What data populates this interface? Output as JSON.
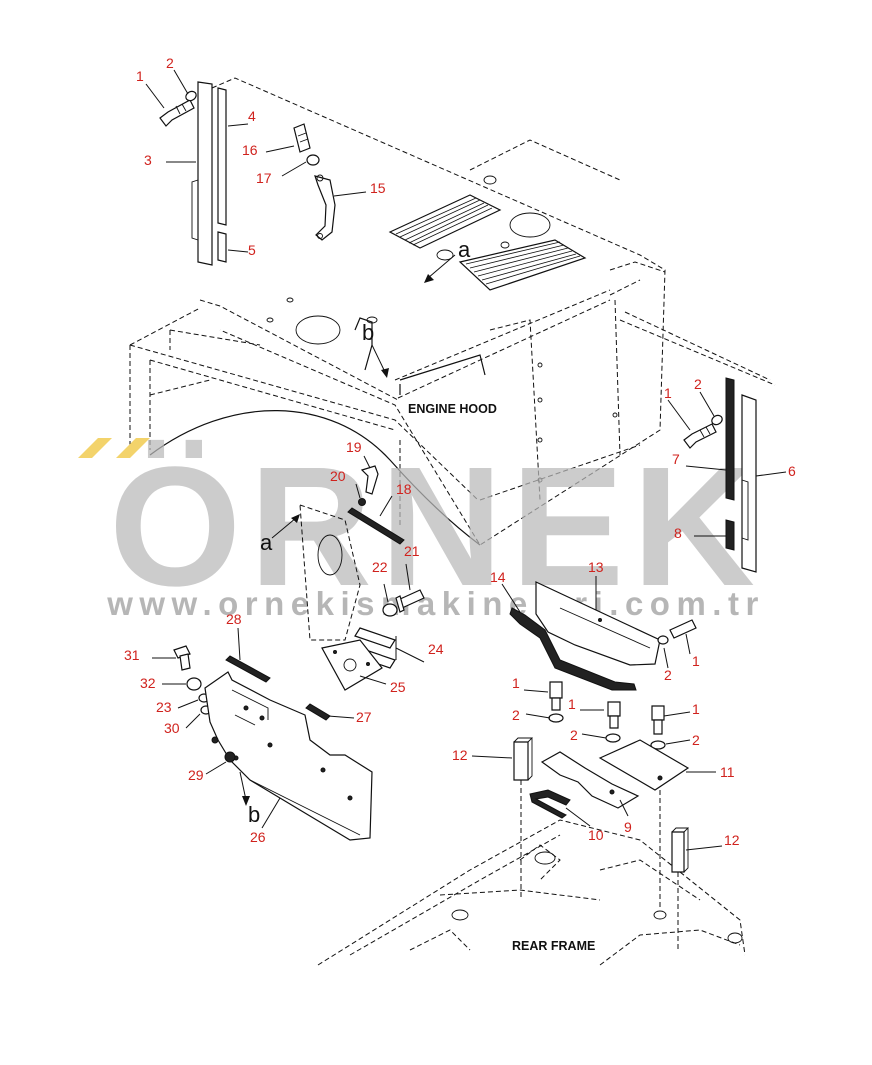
{
  "captions": {
    "engine_hood": "ENGINE HOOD",
    "rear_frame": "REAR FRAME"
  },
  "view_markers": {
    "a_top": "a",
    "a_left": "a",
    "b_top": "b",
    "b_bottom": "b"
  },
  "watermark": {
    "brand": "ÖRNEK",
    "url": "www.ornekismakinelari.com.tr"
  },
  "callouts": {
    "c1_top": "1",
    "c2_top": "2",
    "c3": "3",
    "c4": "4",
    "c5": "5",
    "c16": "16",
    "c17": "17",
    "c15": "15",
    "c1_right": "1",
    "c2_right": "2",
    "c7": "7",
    "c6": "6",
    "c8": "8",
    "c19": "19",
    "c20": "20",
    "c18": "18",
    "c21": "21",
    "c22": "22",
    "c14": "14",
    "c13": "13",
    "c1_13": "1",
    "c2_13": "2",
    "c28": "28",
    "c24": "24",
    "c25": "25",
    "c31": "31",
    "c32": "32",
    "c23": "23",
    "c30": "30",
    "c27": "27",
    "c29": "29",
    "c26": "26",
    "c1_a": "1",
    "c2_a": "2",
    "c1_b": "1",
    "c2_b": "2",
    "c1_c": "1",
    "c2_c": "2",
    "c12_left": "12",
    "c11": "11",
    "c9": "9",
    "c10": "10",
    "c12_right": "12"
  },
  "colors": {
    "callout_text": "#d0221d",
    "line_art": "#111111",
    "watermark": "#b9b9b9",
    "accent_mark": "#f3d36b"
  }
}
